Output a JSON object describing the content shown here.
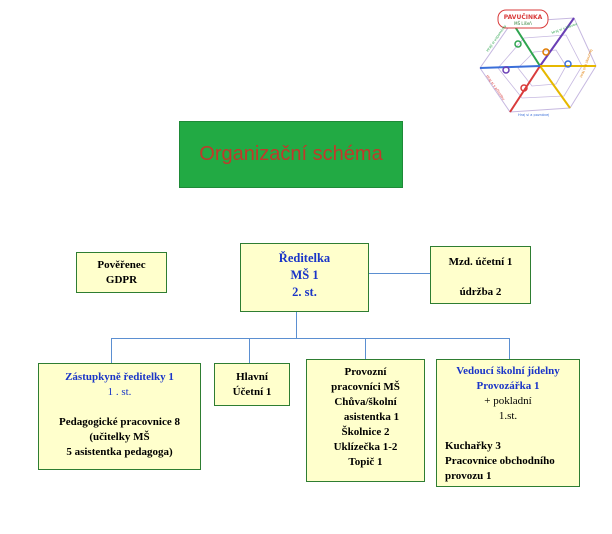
{
  "logo": {
    "name": "PAVUČINKA",
    "sub": "MŠ Líšeň",
    "labels": [
      "Hrají si vzpomínky",
      "Hraj si s hlavou",
      "Hraj si a zkoumej",
      "Hraj si s přírodou",
      "Hraj si a poznávej"
    ]
  },
  "title": "Organizační schéma",
  "boxes": {
    "gdpr": [
      "Pověřenec",
      "GDPR"
    ],
    "director": [
      "Ředitelka",
      "MŠ 1",
      "2. st."
    ],
    "payroll": [
      "Mzd. účetní 1",
      "",
      "údržba 2"
    ],
    "deputy": {
      "title": "Zástupkyně ředitelky 1",
      "grade": "1 . st.",
      "lines": [
        "Pedagogické pracovnice 8",
        "(učitelky MŠ",
        "5  asistentka pedagoga)"
      ]
    },
    "accountant": [
      "Hlavní",
      "Účetní 1"
    ],
    "operations": [
      "Provozní",
      "pracovníci MŠ",
      "Chůva/školní",
      "asistentka 1",
      "Školnice 2",
      "Uklízečka 1-2",
      "Topič 1"
    ],
    "canteen": {
      "title": "Vedoucí školní jídelny",
      "subtitle": "Provozářka 1",
      "lines": [
        "+ pokladní",
        "1.st."
      ],
      "staff": [
        "Kuchařky 3",
        "Pracovnice obchodního",
        "provozu 1"
      ]
    }
  },
  "colors": {
    "box_fill": "#ffffcc",
    "title_fill": "#22aa44",
    "title_text": "#c0392b",
    "accent_blue": "#1a35c8",
    "connector": "#5b8fd1"
  }
}
